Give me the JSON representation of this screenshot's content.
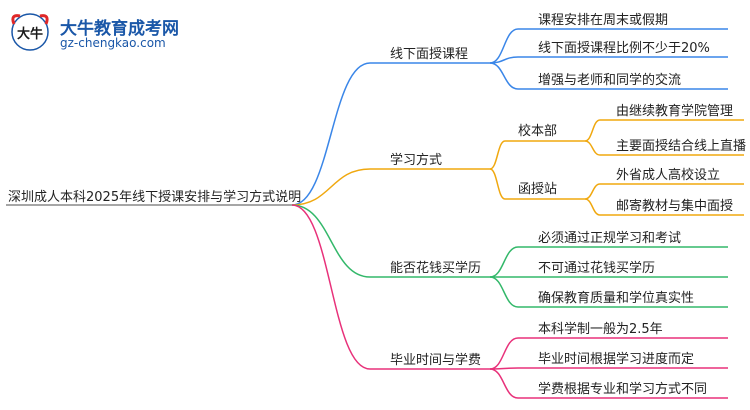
{
  "logo": {
    "emblem_text": "大牛",
    "title": "大牛教育成考网",
    "url": "gz-chengkao.com"
  },
  "mindmap": {
    "root": "深圳成人本科2025年线下授课安排与学习方式说明",
    "branches": [
      {
        "label": "线下面授课程",
        "color": "#3a86e8",
        "children": [
          {
            "label": "课程安排在周末或假期"
          },
          {
            "label": "线下面授课程比例不少于20%"
          },
          {
            "label": "增强与老师和同学的交流"
          }
        ]
      },
      {
        "label": "学习方式",
        "color": "#f0a80f",
        "children": [
          {
            "label": "校本部",
            "children": [
              {
                "label": "由继续教育学院管理"
              },
              {
                "label": "主要面授结合线上直播"
              }
            ]
          },
          {
            "label": "函授站",
            "children": [
              {
                "label": "外省成人高校设立"
              },
              {
                "label": "邮寄教材与集中面授"
              }
            ]
          }
        ]
      },
      {
        "label": "能否花钱买学历",
        "color": "#33b86a",
        "children": [
          {
            "label": "必须通过正规学习和考试"
          },
          {
            "label": "不可通过花钱买学历"
          },
          {
            "label": "确保教育质量和学位真实性"
          }
        ]
      },
      {
        "label": "毕业时间与学费",
        "color": "#e8317a",
        "children": [
          {
            "label": "本科学制一般为2.5年"
          },
          {
            "label": "毕业时间根据学习进度而定"
          },
          {
            "label": "学费根据专业和学习方式不同"
          }
        ]
      }
    ]
  }
}
